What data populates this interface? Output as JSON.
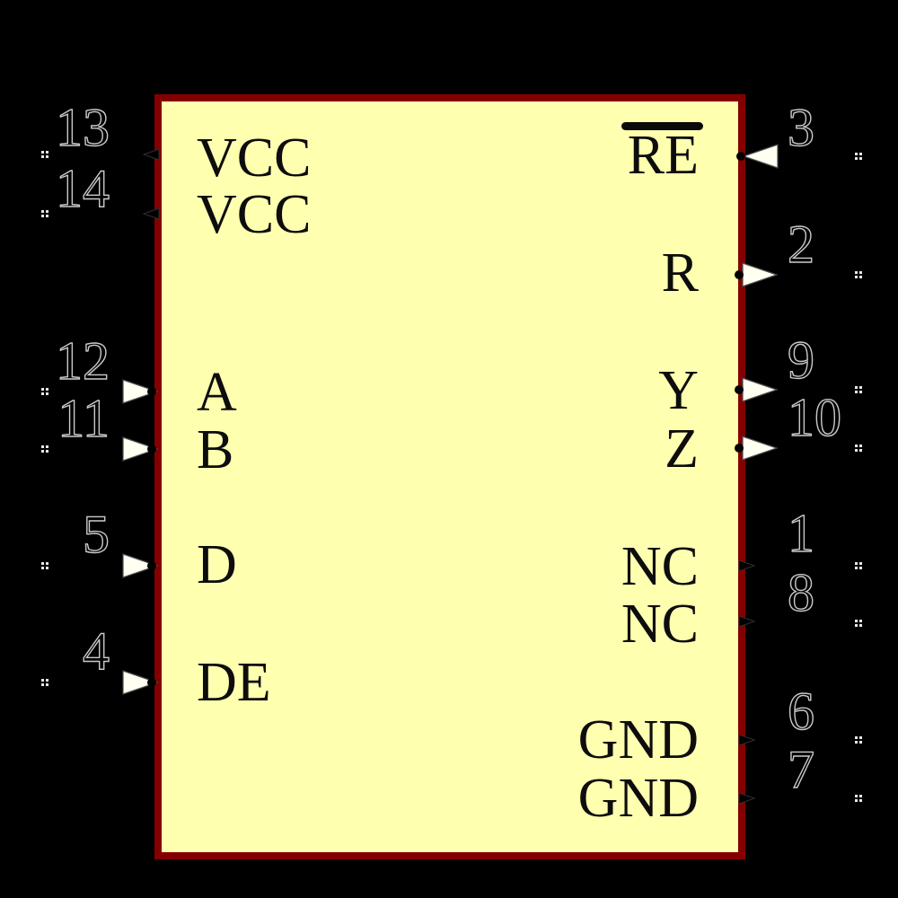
{
  "diagram": {
    "kind": "ic-schematic-symbol",
    "background_color": "#000000",
    "body_fill": "#FFFFB0",
    "body_outline_color": "#840000",
    "label_color": "#0D0D0D",
    "pin_number_outline_color": "#C9C9C9",
    "arrow_fill": "#FFFFF2"
  },
  "pins": {
    "left": [
      {
        "number": "13",
        "name": "VCC",
        "arrow": "none"
      },
      {
        "number": "14",
        "name": "VCC",
        "arrow": "none"
      },
      {
        "number": "12",
        "name": "A",
        "arrow": "into-body"
      },
      {
        "number": "11",
        "name": "B",
        "arrow": "into-body"
      },
      {
        "number": "5",
        "name": "D",
        "arrow": "into-body"
      },
      {
        "number": "4",
        "name": "DE",
        "arrow": "into-body"
      }
    ],
    "right": [
      {
        "number": "3",
        "name": "RE",
        "overline": true,
        "arrow": "into-body"
      },
      {
        "number": "2",
        "name": "R",
        "arrow": "out-of-body"
      },
      {
        "number": "9",
        "name": "Y",
        "arrow": "out-of-body"
      },
      {
        "number": "10",
        "name": "Z",
        "arrow": "out-of-body"
      },
      {
        "number": "1",
        "name": "NC",
        "arrow": "none"
      },
      {
        "number": "8",
        "name": "NC",
        "arrow": "none"
      },
      {
        "number": "6",
        "name": "GND",
        "arrow": "none"
      },
      {
        "number": "7",
        "name": "GND",
        "arrow": "none"
      }
    ]
  }
}
